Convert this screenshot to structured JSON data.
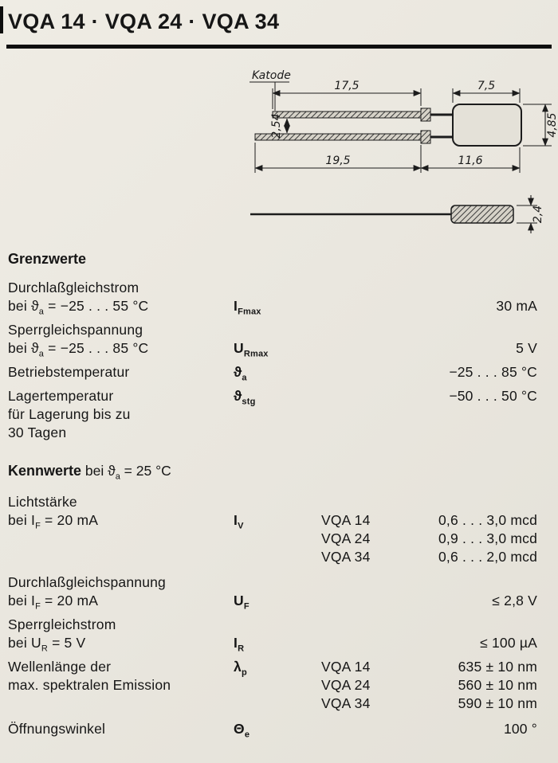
{
  "page": {
    "title": "VQA 14 · VQA 24 · VQA 34"
  },
  "drawing": {
    "katode": "Katode",
    "dim_lead_top": "17,5",
    "dim_body_top": "7,5",
    "dim_pitch": "2,54",
    "dim_dia": "4,85",
    "dim_lead_bottom": "19,5",
    "dim_body_len": "11,6",
    "dim_dia2": "2,4"
  },
  "grenzwerte": {
    "heading": "Grenzwerte",
    "rows": [
      {
        "line1": "Durchlaßgleichstrom",
        "cond_pre": "bei ϑ",
        "cond_sub": "a",
        "cond_post": " = −25 . . . 55 °C",
        "sym_main": "I",
        "sym_sub": "Fmax",
        "value": "30 mA"
      },
      {
        "line1": "Sperrgleichspannung",
        "cond_pre": "bei ϑ",
        "cond_sub": "a",
        "cond_post": " = −25 . . . 85 °C",
        "sym_main": "U",
        "sym_sub": "Rmax",
        "value": "5 V"
      },
      {
        "line1": "Betriebstemperatur",
        "sym_main": "ϑ",
        "sym_sub": "a",
        "value": "−25 . . . 85 °C"
      },
      {
        "line1": "Lagertemperatur",
        "line2": "für Lagerung bis zu",
        "line3": "30 Tagen",
        "sym_main": "ϑ",
        "sym_sub": "stg",
        "value": "−50 . . . 50 °C"
      }
    ]
  },
  "kennwerte": {
    "heading_bold": "Kennwerte",
    "heading_pre": " bei ϑ",
    "heading_sub": "a",
    "heading_post": " = 25 °C",
    "rows": [
      {
        "line1": "Lichtstärke",
        "cond_pre": "bei I",
        "cond_sub": "F",
        "cond_post": " = 20 mA",
        "sym_main": "I",
        "sym_sub": "V",
        "models": [
          "VQA 14",
          "VQA 24",
          "VQA 34"
        ],
        "values": [
          "0,6 . . . 3,0 mcd",
          "0,9 . . . 3,0 mcd",
          "0,6 . . . 2,0 mcd"
        ]
      },
      {
        "line1": "Durchlaßgleichspannung",
        "cond_pre": "bei I",
        "cond_sub": "F",
        "cond_post": " = 20 mA",
        "sym_main": "U",
        "sym_sub": "F",
        "value": "≤ 2,8 V"
      },
      {
        "line1": "Sperrgleichstrom",
        "cond_pre": "bei U",
        "cond_sub": "R",
        "cond_post": " = 5 V",
        "sym_main": "I",
        "sym_sub": "R",
        "value": "≤ 100 µA"
      },
      {
        "line1": "Wellenlänge der",
        "line2": "max. spektralen Emission",
        "sym_main": "λ",
        "sym_sub": "p",
        "models": [
          "VQA 14",
          "VQA 24",
          "VQA 34"
        ],
        "values": [
          "635 ± 10 nm",
          "560 ± 10 nm",
          "590 ± 10 nm"
        ]
      },
      {
        "line1": "Öffnungswinkel",
        "sym_main": "Θ",
        "sym_sub": "e",
        "value": "100 °"
      }
    ]
  }
}
